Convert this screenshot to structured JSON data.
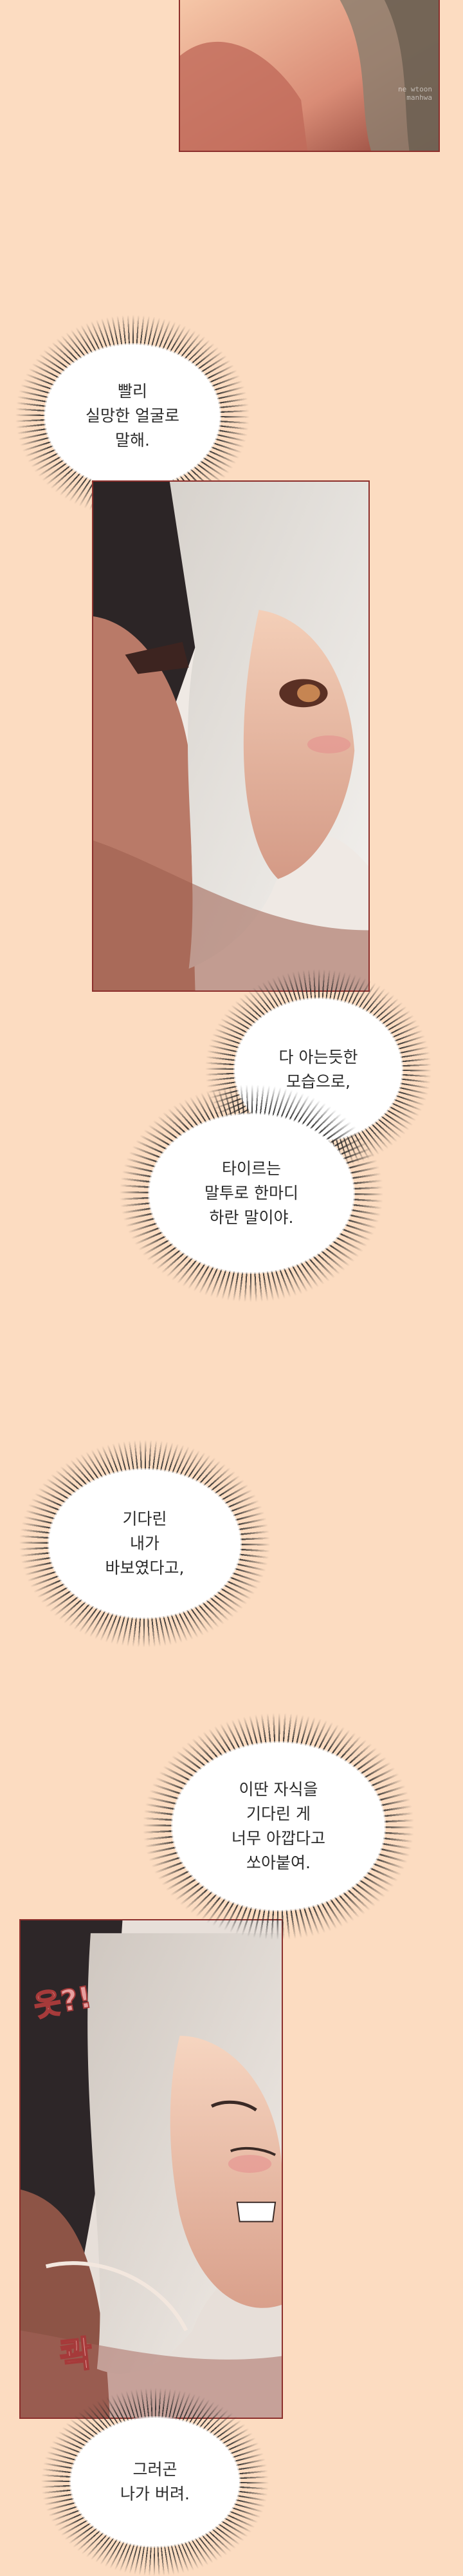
{
  "bubbles": [
    {
      "lines": [
        "빨리",
        "실망한 얼굴로",
        "말해."
      ]
    },
    {
      "lines": [
        "다 아는듯한",
        "모습으로,"
      ]
    },
    {
      "lines": [
        "타이르는",
        "말투로 한마디",
        "하란 말이야."
      ]
    },
    {
      "lines": [
        "기다린",
        "내가",
        "바보였다고,"
      ]
    },
    {
      "lines": [
        "이딴 자식을",
        "기다린 게",
        "너무 아깝다고",
        "쏘아붙여."
      ]
    },
    {
      "lines": [
        "그러곤",
        "나가 버려."
      ]
    }
  ],
  "sfx": {
    "surprise": "읏?!",
    "grab": "콱"
  },
  "watermark": [
    "ne wtoon",
    "manhwa"
  ],
  "colors": {
    "background": "#fcdcc1",
    "panel_border": "#8c2f2c",
    "bubble_text": "#2b2b2b"
  }
}
